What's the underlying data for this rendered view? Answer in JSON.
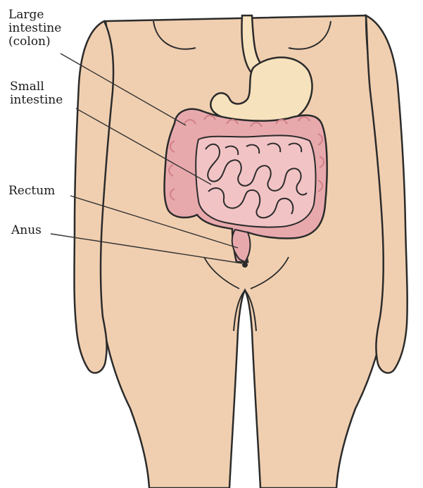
{
  "labels": {
    "large_intestine": "Large\nintestine\n(colon)",
    "small_intestine": "Small\nintestine",
    "rectum": "Rectum",
    "anus": "Anus"
  },
  "colors": {
    "skin": "#f0cfb0",
    "outline": "#2b2b2b",
    "colon": "#e8a9ad",
    "colon_dark": "#cf8088",
    "small_intestine": "#f2c3c5",
    "stomach": "#f6e2bd",
    "leader_line": "#333333"
  }
}
